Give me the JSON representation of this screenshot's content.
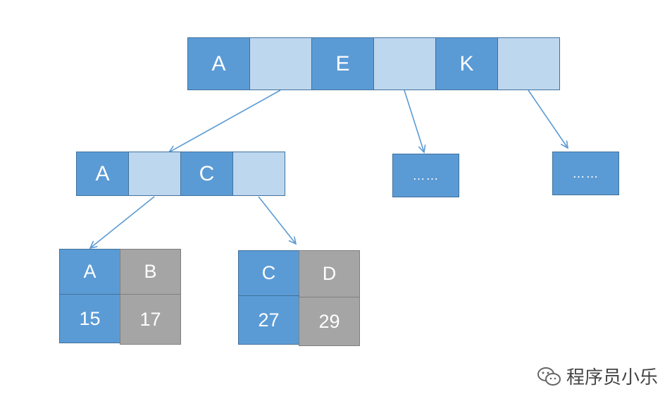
{
  "root": {
    "keys": [
      "A",
      "E",
      "K"
    ]
  },
  "level1_left": {
    "keys": [
      "A",
      "C"
    ]
  },
  "level1_mid": {
    "text": "……"
  },
  "level1_right": {
    "text": "……"
  },
  "leaf_left": {
    "keys": [
      "A",
      "B"
    ],
    "values": [
      "15",
      "17"
    ]
  },
  "leaf_right": {
    "keys": [
      "C",
      "D"
    ],
    "values": [
      "27",
      "29"
    ]
  },
  "watermark": {
    "text": "程序员小乐"
  },
  "colors": {
    "key_cell": "#5b9bd5",
    "pointer_cell": "#bdd7ee",
    "data_cell": "#a5a5a5",
    "border": "#41719c",
    "arrow": "#5b9bd5"
  }
}
